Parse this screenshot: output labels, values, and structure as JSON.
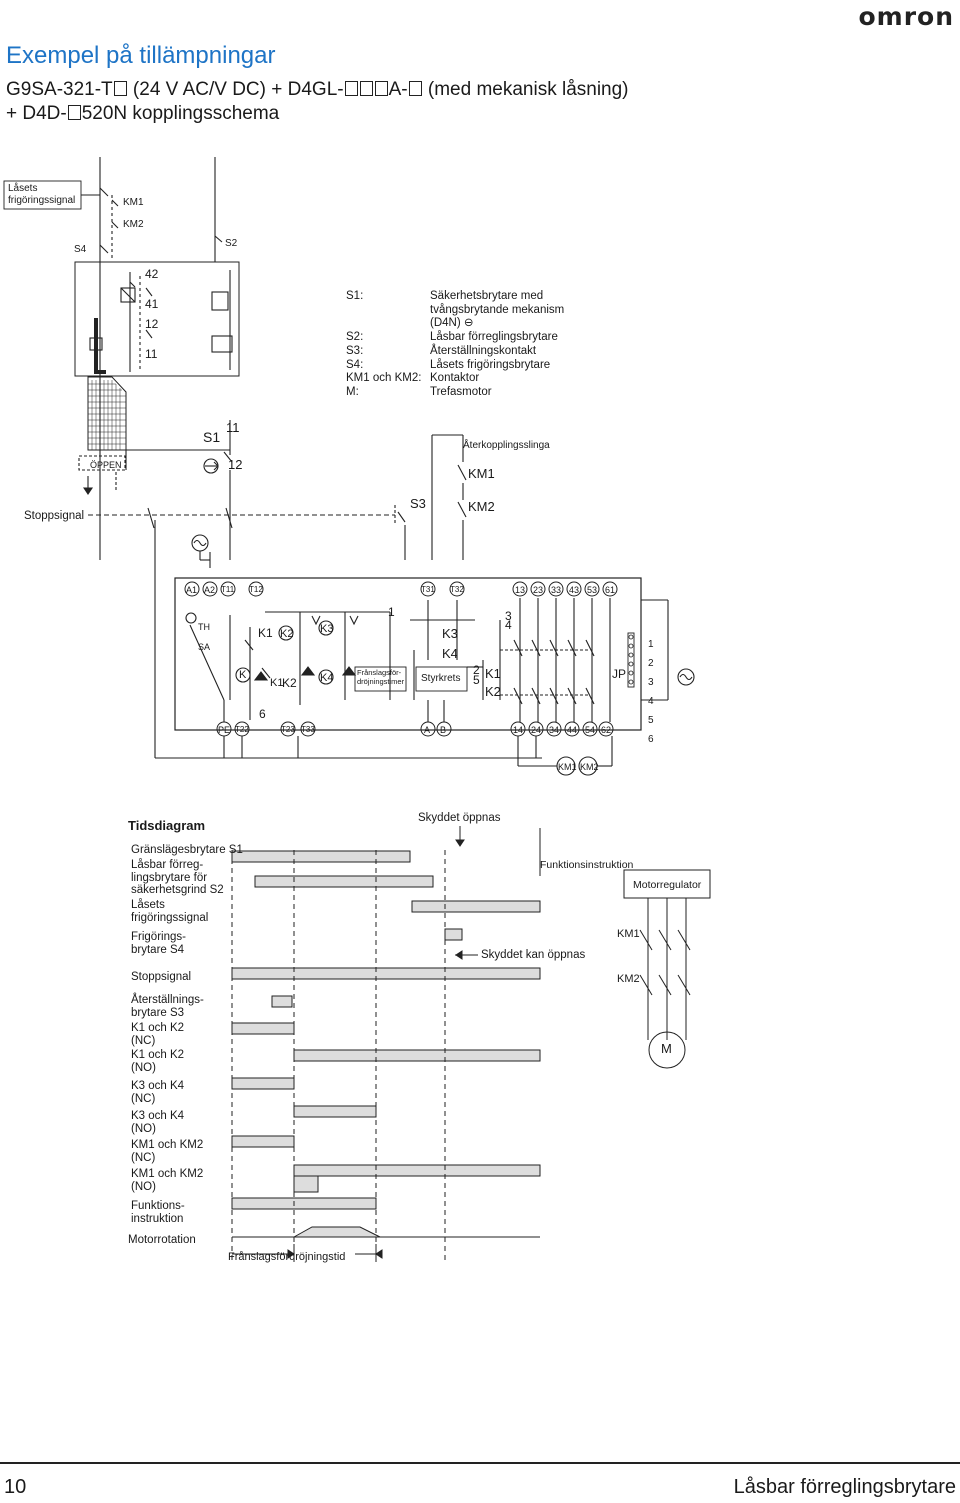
{
  "header": {
    "logo": "omron",
    "title": "Exempel på tillämpningar",
    "subtitle_parts": [
      "G9SA-321-T",
      " (24 V AC/V DC) + D4GL-",
      "A-",
      " (med mekanisk låsning)",
      "+ D4D-",
      "520N kopplingsschema"
    ]
  },
  "wiring": {
    "lock_release_signal": "Låsets\nfrigöringssignal",
    "km1": "KM1",
    "km2": "KM2",
    "s4": "S4",
    "s2": "S2",
    "contacts": [
      "42",
      "41",
      "12",
      "11"
    ]
  },
  "legend": [
    {
      "key": "S1:",
      "value": "Säkerhetsbrytare med\ntvångsbrytande mekanism\n(D4N) ⊖"
    },
    {
      "key": "S2:",
      "value": "Låsbar förreglingsbrytare"
    },
    {
      "key": "S3:",
      "value": "Återställningskontakt"
    },
    {
      "key": "S4:",
      "value": "Låsets frigöringsbrytare"
    },
    {
      "key": "KM1 och KM2:",
      "value": "Kontaktor"
    },
    {
      "key": "M:",
      "value": "Trefasmotor"
    }
  ],
  "circuit": {
    "open_label": "ÖPPEN",
    "s1": "S1",
    "s1_c11": "11",
    "s1_c12": "12",
    "feedback_loop": "Återkopplingsslinga",
    "km1": "KM1",
    "km2": "KM2",
    "s3": "S3",
    "stop_signal": "Stoppsignal",
    "top_terminals": [
      "A1",
      "A2",
      "T11",
      "T12",
      "T31",
      "T32",
      "13",
      "23",
      "33",
      "43",
      "53",
      "61"
    ],
    "bottom_terminals": [
      "PE",
      "T22",
      "T23",
      "T33",
      "A",
      "B",
      "14",
      "24",
      "34",
      "44",
      "54",
      "62"
    ],
    "th": "TH",
    "sa": "SA",
    "k1": "K1",
    "k2": "K2",
    "k3": "K3",
    "k4": "K4",
    "k": "K",
    "num1": "1",
    "num6": "6",
    "num3": "3",
    "num4": "4",
    "num2": "2",
    "num5": "5",
    "jp": "JP",
    "jp_nums": [
      "1",
      "2",
      "3",
      "4",
      "5",
      "6"
    ],
    "timer": "Frånslagsför-\ndröjningstimer",
    "control": "Styrkrets",
    "km1_coil": "KM1",
    "km2_coil": "KM2"
  },
  "timing": {
    "title": "Tidsdiagram",
    "door_opened": "Skyddet öppnas",
    "labels": [
      "Gränslägesbrytare S1",
      "Låsbar förreg-\nlingsbrytare för\nsäkerhetsgrind S2",
      "Låsets\nfrigöringssignal",
      "Frigörings-\nbrytare S4",
      "Stoppsignal",
      "Återställnings-\nbrytare S3",
      "K1 och K2\n(NC)",
      "K1 och K2\n(NO)",
      "K3 och K4\n(NC)",
      "K3 och K4\n(NO)",
      "KM1 och KM2\n(NC)",
      "KM1 och KM2\n(NO)",
      "Funktions-\ninstruktion",
      "Motorrotation"
    ],
    "door_can_open": "Skyddet kan öppnas",
    "off_delay_time": "Frånslagsfördröjningstid",
    "function_instruction": "Funktionsinstruktion",
    "motor_controller": "Motorregulator",
    "km1": "KM1",
    "km2": "KM2",
    "m": "M"
  },
  "footer": {
    "page": "10",
    "title": "Låsbar förreglingsbrytare"
  }
}
